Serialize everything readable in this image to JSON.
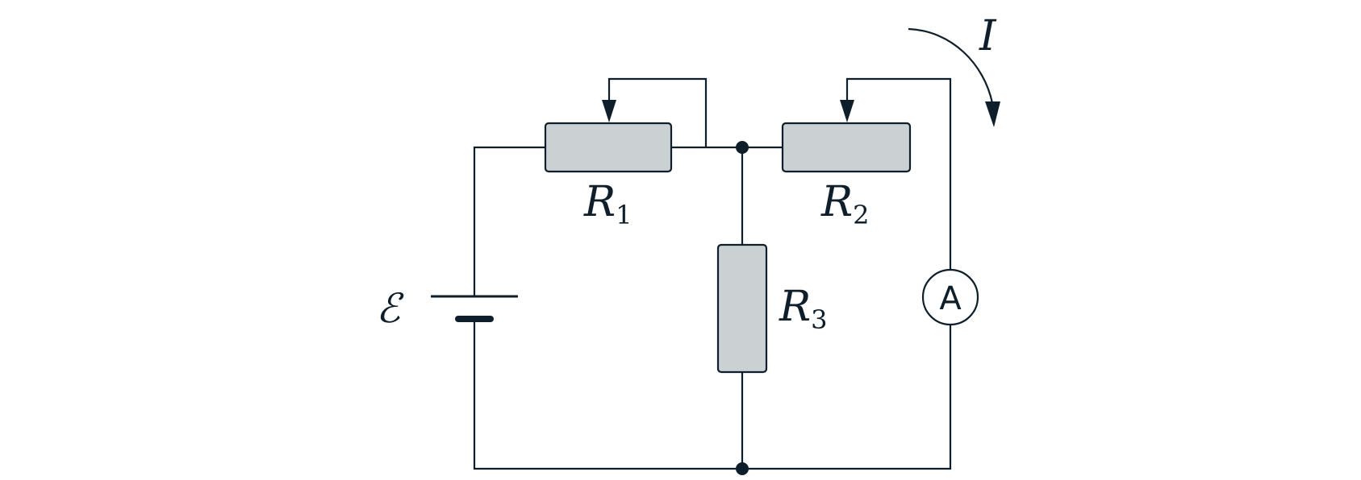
{
  "labels": {
    "emf": "ℰ",
    "current": "I",
    "r1": {
      "main": "R",
      "sub": "1"
    },
    "r2": {
      "main": "R",
      "sub": "2"
    },
    "r3": {
      "main": "R",
      "sub": "3"
    },
    "ammeter": "A"
  },
  "colors": {
    "wire": "#0e1e2b",
    "resistor_fill": "#cbd0d3",
    "background": "#ffffff"
  }
}
